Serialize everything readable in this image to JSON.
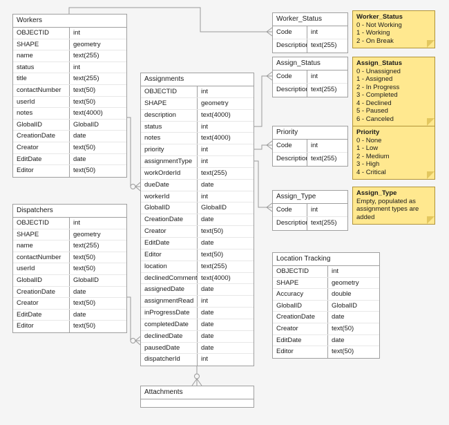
{
  "colors": {
    "canvas_bg": "#f5f5f5",
    "table_bg": "#ffffff",
    "table_border": "#9e9e9e",
    "text": "#1a1a1a",
    "note_bg": "#ffe88f",
    "note_border": "#b09339",
    "note_fold": "#e3c75f",
    "connector": "#999999"
  },
  "tables": [
    {
      "id": "workers",
      "title": "Workers",
      "rows": [
        [
          "OBJECTID",
          "int"
        ],
        [
          "SHAPE",
          "geometry"
        ],
        [
          "name",
          "text(255)"
        ],
        [
          "status",
          "int"
        ],
        [
          "title",
          "text(255)"
        ],
        [
          "contactNumber",
          "text(50)"
        ],
        [
          "userId",
          "text(50)"
        ],
        [
          "notes",
          "text(4000)"
        ],
        [
          "GlobalID",
          "GlobalID"
        ],
        [
          "CreationDate",
          "date"
        ],
        [
          "Creator",
          "text(50)"
        ],
        [
          "EditDate",
          "date"
        ],
        [
          "Editor",
          "text(50)"
        ]
      ]
    },
    {
      "id": "dispatchers",
      "title": "Dispatchers",
      "rows": [
        [
          "OBJECTID",
          "int"
        ],
        [
          "SHAPE",
          "geometry"
        ],
        [
          "name",
          "text(255)"
        ],
        [
          "contactNumber",
          "text(50)"
        ],
        [
          "userId",
          "text(50)"
        ],
        [
          "GlobalID",
          "GlobalID"
        ],
        [
          "CreationDate",
          "date"
        ],
        [
          "Creator",
          "text(50)"
        ],
        [
          "EditDate",
          "date"
        ],
        [
          "Editor",
          "text(50)"
        ]
      ]
    },
    {
      "id": "assignments",
      "title": "Assignments",
      "rows": [
        [
          "OBJECTID",
          "int"
        ],
        [
          "SHAPE",
          "geometry"
        ],
        [
          "description",
          "text(4000)"
        ],
        [
          "status",
          "int"
        ],
        [
          "notes",
          "text(4000)"
        ],
        [
          "priority",
          "int"
        ],
        [
          "assignmentType",
          "int"
        ],
        [
          "workOrderId",
          "text(255)"
        ],
        [
          "dueDate",
          "date"
        ],
        [
          "workerId",
          "int"
        ],
        [
          "GlobalID",
          "GlobalID"
        ],
        [
          "CreationDate",
          "date"
        ],
        [
          "Creator",
          "text(50)"
        ],
        [
          "EditDate",
          "date"
        ],
        [
          "Editor",
          "text(50)"
        ],
        [
          "location",
          "text(255)"
        ],
        [
          "declinedComment",
          "text(4000)"
        ],
        [
          "assignedDate",
          "date"
        ],
        [
          "assignmentRead",
          "int"
        ],
        [
          "inProgressDate",
          "date"
        ],
        [
          "completedDate",
          "date"
        ],
        [
          "declinedDate",
          "date"
        ],
        [
          "pausedDate",
          "date"
        ],
        [
          "dispatcherId",
          "int"
        ]
      ]
    },
    {
      "id": "worker_status",
      "title": "Worker_Status",
      "rows": [
        [
          "Code",
          "int"
        ],
        [
          "Description",
          "text(255)"
        ]
      ]
    },
    {
      "id": "assign_status",
      "title": "Assign_Status",
      "rows": [
        [
          "Code",
          "int"
        ],
        [
          "Description",
          "text(255)"
        ]
      ]
    },
    {
      "id": "priority",
      "title": "Priority",
      "rows": [
        [
          "Code",
          "int"
        ],
        [
          "Description",
          "text(255)"
        ]
      ]
    },
    {
      "id": "assign_type",
      "title": "Assign_Type",
      "rows": [
        [
          "Code",
          "int"
        ],
        [
          "Description",
          "text(255)"
        ]
      ]
    },
    {
      "id": "location_tracking",
      "title": "Location Tracking",
      "rows": [
        [
          "OBJECTID",
          "int"
        ],
        [
          "SHAPE",
          "geometry"
        ],
        [
          "Accuracy",
          "double"
        ],
        [
          "GlobalID",
          "GlobalID"
        ],
        [
          "CreationDate",
          "date"
        ],
        [
          "Creator",
          "text(50)"
        ],
        [
          "EditDate",
          "date"
        ],
        [
          "Editor",
          "text(50)"
        ]
      ]
    },
    {
      "id": "attachments",
      "title": "Attachments",
      "rows": []
    }
  ],
  "notes": [
    {
      "id": "worker_status_note",
      "title": "Worker_Status",
      "lines": [
        "0 - Not Working",
        "1 - Working",
        "2 - On Break"
      ]
    },
    {
      "id": "assign_status_note",
      "title": "Assign_Status",
      "lines": [
        "0 - Unassigned",
        "1 - Assigned",
        "2 - In Progress",
        "3 - Completed",
        "4 - Declined",
        "5 - Paused",
        "6 - Canceled"
      ]
    },
    {
      "id": "priority_note",
      "title": "Priority",
      "lines": [
        "0 - None",
        "1 - Low",
        "2 - Medium",
        "3 - High",
        "4 - Critical"
      ]
    },
    {
      "id": "assign_type_note",
      "title": "Assign_Type",
      "lines": [
        "Empty, populated as assignment types are added"
      ]
    }
  ]
}
